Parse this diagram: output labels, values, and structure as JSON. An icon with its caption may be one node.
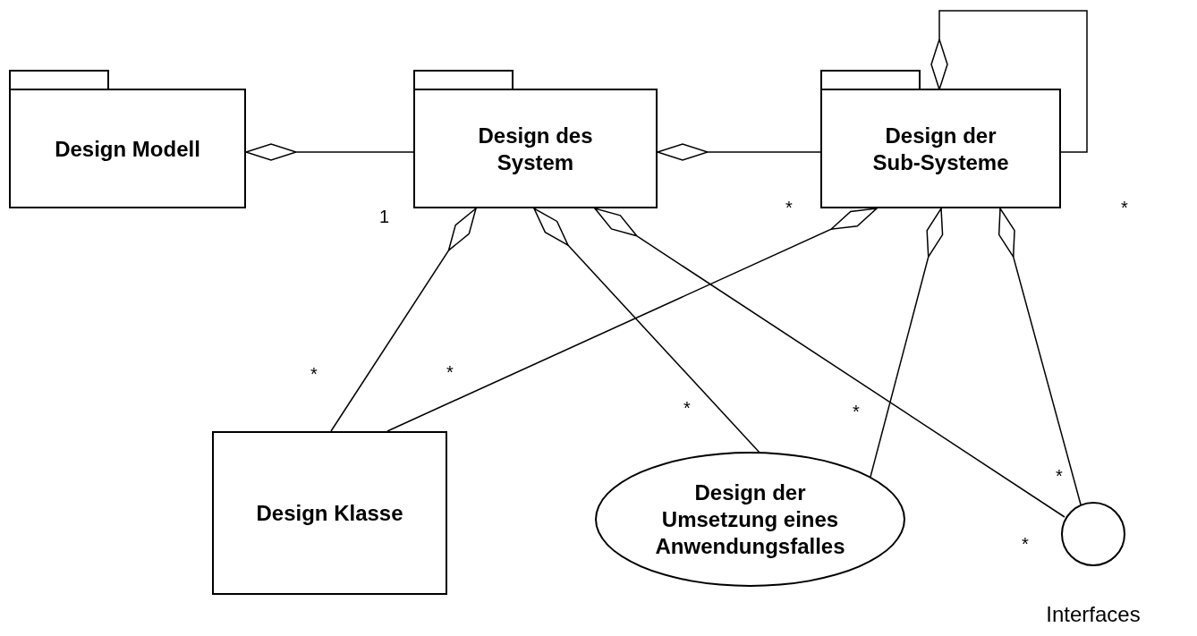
{
  "diagram": {
    "nodes": [
      {
        "text": [
          "Design Modell"
        ]
      },
      {
        "text": [
          "Design des System"
        ]
      },
      {
        "text": [
          "Design der Sub-Systeme"
        ]
      },
      {
        "text": [
          "Design Klasse"
        ]
      },
      {
        "text": [
          "Design der Umsetzung eines Anwendungsfalles"
        ]
      },
      {
        "text": [],
        "shape": "circle",
        "beside": [
          "Interfaces"
        ]
      }
    ],
    "edges": [
      {
        "from": 1,
        "to": 0,
        "arrow": "other"
      },
      {
        "from": 2,
        "to": 1,
        "arrow": "other"
      },
      {
        "from": 2,
        "to": 2,
        "arrow": "other"
      },
      {
        "from": 3,
        "to": 1,
        "arrow": "other"
      },
      {
        "from": 4,
        "to": 1,
        "arrow": "other"
      },
      {
        "from": 5,
        "to": 1,
        "arrow": "other"
      },
      {
        "from": 3,
        "to": 2,
        "arrow": "other"
      },
      {
        "from": 4,
        "to": 2,
        "arrow": "other"
      },
      {
        "from": 5,
        "to": 2,
        "arrow": "other"
      }
    ],
    "labels": [
      "1",
      "*",
      "*",
      "*",
      "*",
      "*",
      "*",
      "*",
      "*"
    ]
  }
}
